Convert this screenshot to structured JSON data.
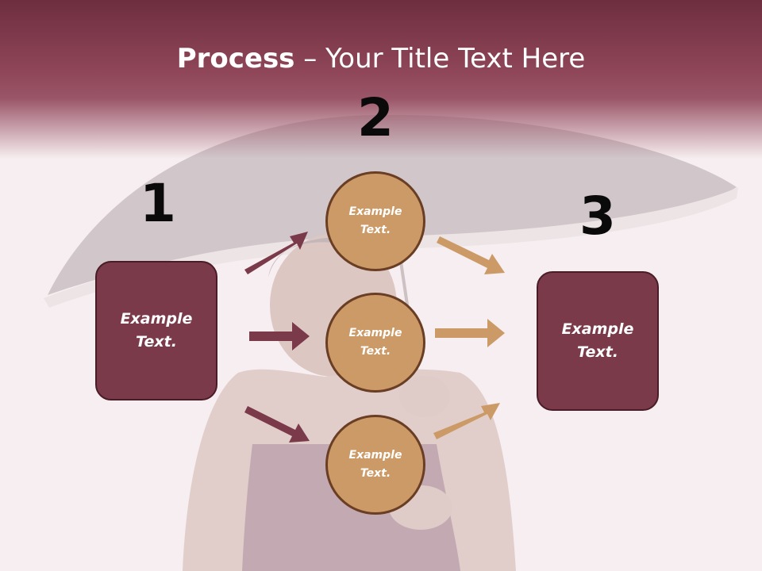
{
  "slide": {
    "title_bold": "Process",
    "title_rest": " – Your Title Text Here"
  },
  "numbers": {
    "step1": "1",
    "step2": "2",
    "step3": "3"
  },
  "left_box": {
    "text": "Example Text."
  },
  "circles": [
    {
      "text": "Example Text."
    },
    {
      "text": "Example Text."
    },
    {
      "text": "Example Text."
    }
  ],
  "right_box": {
    "text": "Example Text."
  },
  "colors": {
    "header": "#8e4658",
    "box_fill": "#7a3a4a",
    "circle_fill": "#cc9a66",
    "arrow_left": "#7a3a4a",
    "arrow_right": "#cc9a66"
  }
}
